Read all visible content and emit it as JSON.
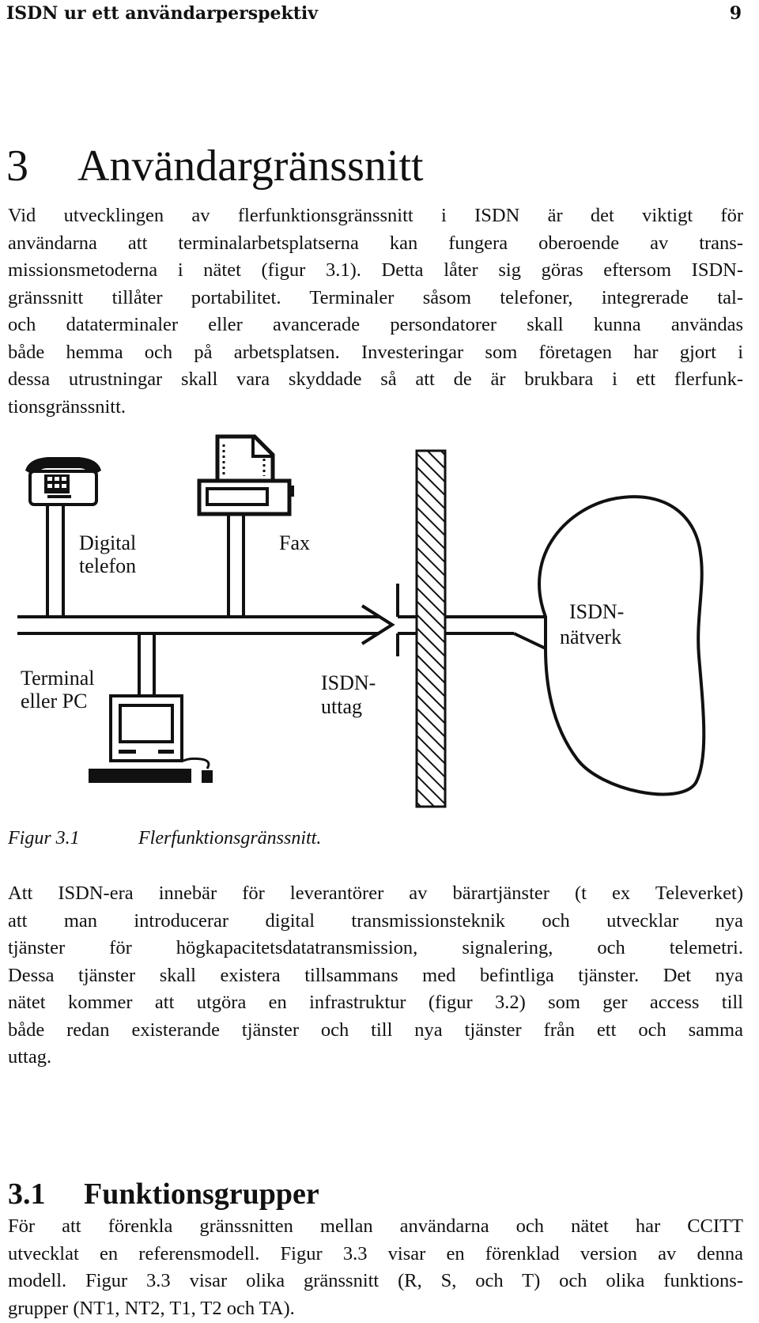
{
  "header": {
    "running_title": "ISDN ur ett användarperspektiv",
    "page_number": "9"
  },
  "chapter": {
    "number": "3",
    "title": "Användargränssnitt"
  },
  "intro_lines": [
    "Vid utvecklingen av flerfunktionsgränssnitt i ISDN är det viktigt för",
    "användarna att terminalarbetsplatserna kan fungera oberoende av trans-",
    "missionsmetoderna i nätet (figur 3.1). Detta låter sig göras eftersom ISDN-",
    "gränssnitt tillåter portabilitet. Terminaler såsom telefoner, integrerade tal-",
    "och dataterminaler eller avancerade persondatorer skall kunna användas",
    "både hemma och på arbetsplatsen. Investeringar som företagen har gjort i",
    "dessa utrustningar skall vara skyddade så att de är brukbara i ett flerfunk-",
    "tionsgränssnitt."
  ],
  "figure": {
    "label_digital_1": "Digital",
    "label_digital_2": "telefon",
    "label_fax": "Fax",
    "label_terminal_1": "Terminal",
    "label_terminal_2": "eller PC",
    "label_outlet_1": "ISDN-",
    "label_outlet_2": "uttag",
    "label_network_1": "ISDN-",
    "label_network_2": "nätverk",
    "caption_label": "Figur 3.1",
    "caption_text": "Flerfunktionsgränssnitt."
  },
  "body_lines": [
    "Att ISDN-era innebär för leverantörer av bärartjänster (t ex Televerket)",
    "att man introducerar digital transmissionsteknik och utvecklar nya",
    "tjänster för högkapacitetsdatatransmission, signalering, och telemetri.",
    "Dessa tjänster skall existera tillsammans med befintliga tjänster. Det nya",
    "nätet kommer att utgöra en infrastruktur (figur 3.2) som ger access till",
    "både redan existerande tjänster och till nya tjänster från ett och samma",
    "uttag."
  ],
  "section": {
    "number": "3.1",
    "title": "Funktionsgrupper"
  },
  "section_lines": [
    "För att förenkla gränssnitten mellan användarna och nätet har CCITT",
    "utvecklat en referensmodell. Figur 3.3 visar en förenklad version av denna",
    "modell. Figur 3.3 visar olika gränssnitt (R, S, och T) och olika funktions-",
    "grupper (NT1, NT2, T1, T2 och TA)."
  ]
}
